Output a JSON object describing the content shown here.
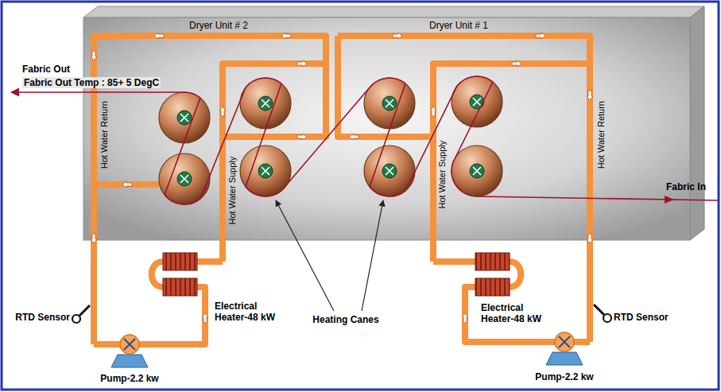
{
  "diagram": {
    "labels": [
      "Dryer Unit # 2",
      "Dryer Unit # 1",
      "Fabric Out",
      "Fabric Out Temp : 85+ 5 DegC",
      "Hot Water Return",
      "Hot Water Supply",
      "Hot Water Supply",
      "Hot Water Return",
      "Fabric In",
      "Heating Canes",
      "RTD Sensor",
      "RTD Sensor",
      "Electrical Heater-48 kW",
      "Electrical Heater-48 kW",
      "Pump-2.2 kw",
      "Pump-2.2 kw"
    ]
  }
}
